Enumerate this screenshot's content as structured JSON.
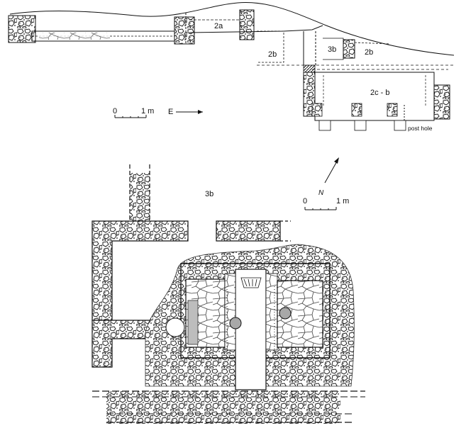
{
  "section": {
    "labels": {
      "l_2a": "2a",
      "l_2b_left": "2b",
      "l_3b": "3b",
      "l_2b_right": "2b",
      "l_2cb": "2c - b",
      "post_hole": "post hole"
    },
    "scale": {
      "zero": "0",
      "one": "1 m",
      "direction": "E"
    }
  },
  "plan": {
    "labels": {
      "l_3b": "3b"
    },
    "scale": {
      "zero": "0",
      "one": "1 m"
    },
    "north": "N"
  }
}
